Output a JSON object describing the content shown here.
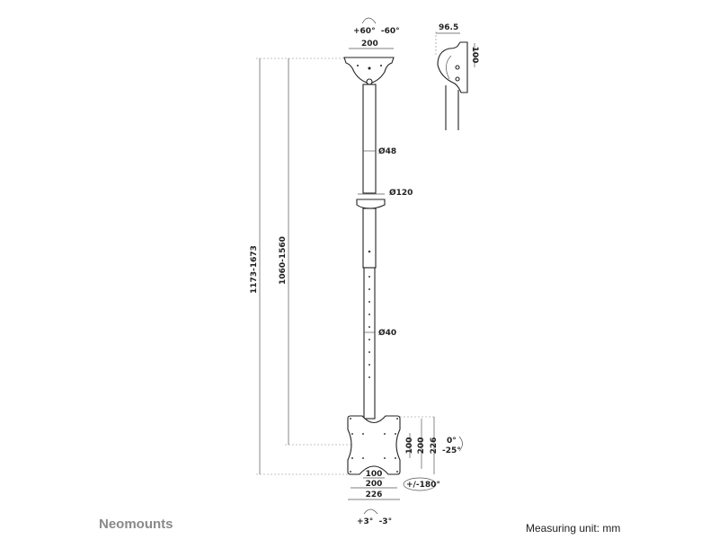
{
  "labels": {
    "tilt_top": "+60°  -60°",
    "ceiling_width": "200",
    "side_depth": "96.5",
    "side_height": "100",
    "pole_upper_diameter": "Ø48",
    "collar_diameter": "Ø120",
    "pole_lower_diameter": "Ø40",
    "total_height": "1173-1673",
    "vesa_height": "1060-1560",
    "vesa_100v": "100",
    "vesa_200v": "200",
    "vesa_226v": "226",
    "tilt_0": "0°",
    "tilt_25": "-25°",
    "rotation": "+/-180°",
    "vesa_100h": "100",
    "vesa_200h": "200",
    "vesa_226h": "226",
    "swivel_bottom": "+3°  -3°"
  },
  "footer": {
    "brand": "Neomounts",
    "unit": "Measuring unit: mm"
  }
}
